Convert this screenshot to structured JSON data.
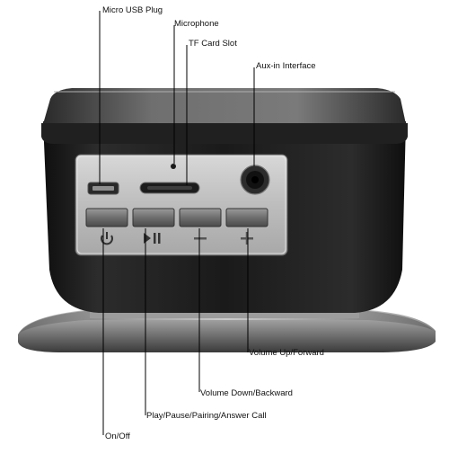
{
  "labels": {
    "micro_usb": "Micro USB Plug",
    "microphone": "Microphone",
    "tf_card": "TF Card Slot",
    "aux_in": "Aux-in Interface",
    "volume_up": "Volume Up/Forward",
    "volume_down": "Volume Down/Backward",
    "play_pause": "Play/Pause/Pairing/Answer Call",
    "on_off": "On/Off"
  },
  "colors": {
    "background": "#ffffff",
    "speaker_body": "#1e1e1e",
    "speaker_top": "#5a5a5a",
    "panel": "#c9c9c9",
    "button": "#7a7a7a",
    "base_silver": "#8c8c8c",
    "leader_line": "#000000"
  },
  "icons": {
    "power": "power-icon",
    "play_pause": "play-pause-icon",
    "minus": "minus-icon",
    "plus": "plus-icon"
  }
}
